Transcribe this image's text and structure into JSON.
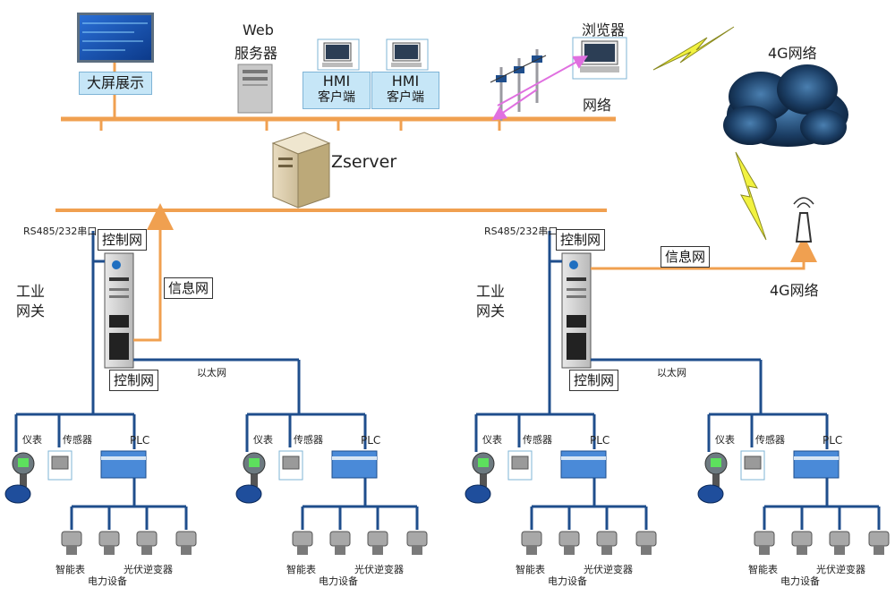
{
  "top": {
    "big_screen": "大屏展示",
    "web_server_line1": "Web",
    "web_server_line2": "服务器",
    "hmi1_line1": "HMI",
    "hmi1_line2": "客户端",
    "hmi2_line1": "HMI",
    "hmi2_line2": "客户端",
    "browser": "浏览器",
    "network": "网络",
    "zserver": "Zserver",
    "cloud_label": "4G网络"
  },
  "left_gateway": {
    "serial_label": "RS485/232串口",
    "control_net_top": "控制网",
    "info_net": "信息网",
    "gateway_label_line1": "工业",
    "gateway_label_line2": "网关",
    "control_net_bottom": "控制网",
    "ethernet": "以太网"
  },
  "right_gateway": {
    "serial_label": "RS485/232串口",
    "control_net_top": "控制网",
    "info_net": "信息网",
    "gateway_label_line1": "工业",
    "gateway_label_line2": "网关",
    "control_net_bottom": "控制网",
    "ethernet": "以太网",
    "antenna_label": "4G网络"
  },
  "field_groups": [
    {
      "meter": "仪表",
      "sensor": "传感器",
      "plc": "PLC",
      "smart_meter": "智能表",
      "power_equipment": "电力设备",
      "pv_inverter": "光伏逆变器"
    },
    {
      "meter": "仪表",
      "sensor": "传感器",
      "plc": "PLC",
      "smart_meter": "智能表",
      "power_equipment": "电力设备",
      "pv_inverter": "光伏逆变器"
    },
    {
      "meter": "仪表",
      "sensor": "传感器",
      "plc": "PLC",
      "smart_meter": "智能表",
      "power_equipment": "电力设备",
      "pv_inverter": "光伏逆变器"
    },
    {
      "meter": "仪表",
      "sensor": "传感器",
      "plc": "PLC",
      "smart_meter": "智能表",
      "power_equipment": "电力设备",
      "pv_inverter": "光伏逆变器"
    }
  ],
  "colors": {
    "orange_bus": "#f0a050",
    "blue_line": "#1f4e8c",
    "pink_arrow": "#e070e0",
    "lightning": "#f2f240"
  }
}
